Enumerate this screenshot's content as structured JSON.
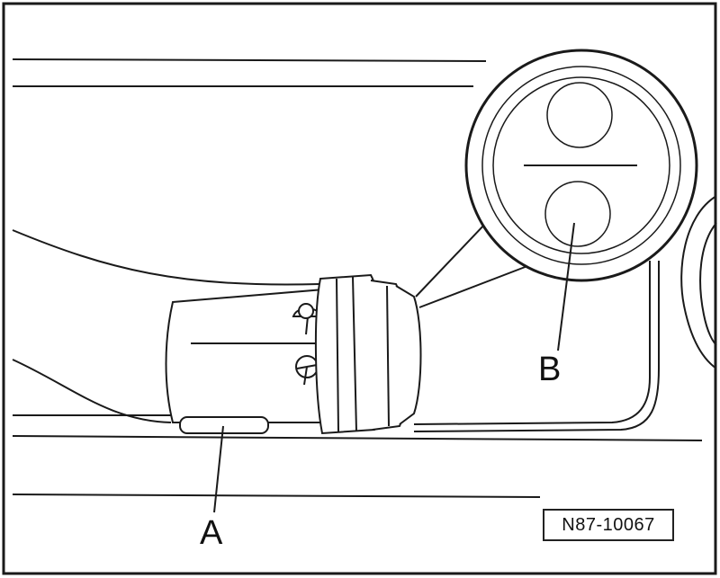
{
  "diagram": {
    "callouts": {
      "a": "A",
      "b": "B"
    },
    "figure_id": "N87-10067",
    "icons": [
      "windshield-wiper-symbol-icon",
      "rear-wiper-symbol-icon"
    ],
    "colors": {
      "line": "#1a1a1a",
      "background": "#ffffff"
    }
  }
}
